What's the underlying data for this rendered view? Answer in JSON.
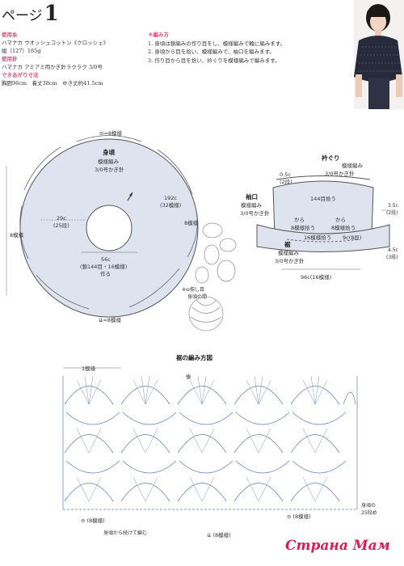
{
  "header": {
    "prefix": "ページ",
    "number": "1"
  },
  "materials": {
    "yarn_heading": "使用糸",
    "yarn_line1": "ハマナカ ウオッシュコットン《クロッシェ》",
    "yarn_line2": "紺（127）185g",
    "tools_heading": "使用針",
    "tools_line": "ハマナカ アミアミ両かぎ針ラクラク 3/0号",
    "size_heading": "できあがり寸法",
    "size_line": "胸囲96cm　着丈38cm　ゆき丈約41.5cm"
  },
  "steps": {
    "heading": "＊編み方",
    "step1": "1. 身頃は鎖編みの作り目をし、模様編みで輪に編みます。",
    "step2": "2. 身頃から目を拾い、模様編みで、袖口を編みます。",
    "step3": "3. 作り目から目を拾い、衿ぐりを模様編みで編みます。"
  },
  "circle": {
    "top_label": "⊖=8模様",
    "bottom_label": "⇊=8模様",
    "left_label": "8模様",
    "body_title": "身頃",
    "body_pattern": "模様編み",
    "body_needle": "3/0号かぎ針",
    "outer_circ": "192c",
    "outer_rows": "(32模様)",
    "inner_radius": "29c",
    "inner_rows": "(25段)",
    "chain_count": "56c",
    "chain_detail": "(鎖144目・16模様)",
    "chain_make": "作る",
    "right_mark": "8模様",
    "note1": "※⊖揃し目",
    "note2": "身頃の間"
  },
  "side": {
    "neck_title": "衿ぐり",
    "neck_pattern": "模様編み",
    "neck_needle": "3/0号かぎ針",
    "neck_c": "0.5c",
    "neck_rows": "(2段)",
    "neck_pick": "144目拾う",
    "cuff_title": "袖口",
    "cuff_pattern": "模様編み",
    "cuff_needle": "3/0号かぎ針",
    "from1": "から",
    "from1_pick": "8模様拾う",
    "from2": "から",
    "from2_pick": "8模様拾う",
    "hem_title": "裾",
    "hem_pattern": "模様編み",
    "hem_needle": "3/0号かぎ針",
    "hem_pick": "16模様拾う",
    "hem_width": "96c(16模様)",
    "c9": "9c(8段)",
    "right_c1": "3.5c",
    "right_rows1": "(2段)",
    "right_c2": "4.5c",
    "right_rows2": "(3段)"
  },
  "pattern": {
    "title": "裾の編み方図",
    "repeat_label": "1模様",
    "center_mark": "後",
    "note_left": "身頃から続けて編む",
    "bottom_left": "⊖ (8模様)",
    "bottom_mid": "⇊ (8模様)",
    "bottom_right": "⊖ (8模様)",
    "side_note1": "身頃の",
    "side_note2": "25段め"
  },
  "watermark": "Страна Мам"
}
